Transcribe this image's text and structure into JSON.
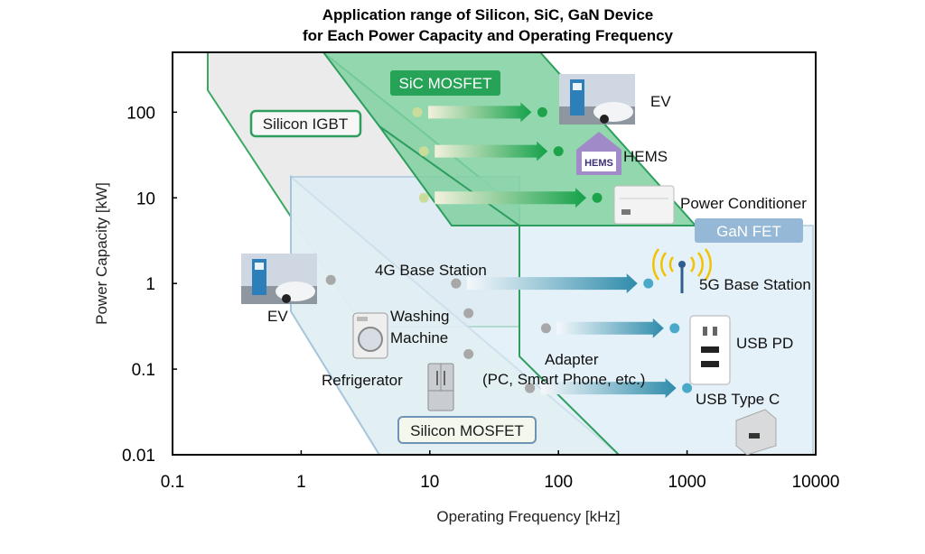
{
  "chart_data": {
    "type": "scatter",
    "title": "Application range of Silicon, SiC, GaN Device",
    "subtitle": "for Each Power Capacity and Operating Frequency",
    "xlabel": "Operating Frequency [kHz]",
    "ylabel": "Power Capacity [kW]",
    "x_scale": "log",
    "y_scale": "log",
    "xlim": [
      0.1,
      10000
    ],
    "ylim": [
      0.01,
      500
    ],
    "x_ticks": [
      "0.1",
      "1",
      "10",
      "100",
      "1000",
      "10000"
    ],
    "y_ticks": [
      "0.01",
      "0.1",
      "1",
      "10",
      "100"
    ],
    "grid": false,
    "regions": [
      {
        "name": "Silicon IGBT",
        "color": "#2e9e5e",
        "fill": "#e9e9e9"
      },
      {
        "name": "SiC MOSFET",
        "color": "#2e9e5e",
        "fill": "#7fd0a0"
      },
      {
        "name": "GaN FET",
        "color": "#7aa7c7",
        "fill": "#d9ecf6"
      },
      {
        "name": "Silicon MOSFET",
        "color": "#6e94b4",
        "fill": "#f1f6ea"
      }
    ],
    "applications": [
      {
        "label": "EV",
        "device": "SiC MOSFET",
        "from": {
          "x": 8,
          "y": 100
        },
        "to": {
          "x": 75,
          "y": 100
        }
      },
      {
        "label": "HEMS",
        "device": "SiC MOSFET",
        "from": {
          "x": 9,
          "y": 35
        },
        "to": {
          "x": 100,
          "y": 35
        }
      },
      {
        "label": "Power Conditioner",
        "device": "SiC MOSFET",
        "from": {
          "x": 9,
          "y": 10
        },
        "to": {
          "x": 200,
          "y": 10
        }
      },
      {
        "label": "5G Base Station",
        "device": "GaN FET",
        "from": {
          "x": 16,
          "y": 1
        },
        "to": {
          "x": 500,
          "y": 1
        }
      },
      {
        "label": "USB PD",
        "device": "GaN FET",
        "from": {
          "x": 80,
          "y": 0.3
        },
        "to": {
          "x": 800,
          "y": 0.3
        }
      },
      {
        "label": "USB Type C",
        "device": "GaN FET",
        "from": {
          "x": 60,
          "y": 0.06
        },
        "to": {
          "x": 1000,
          "y": 0.06
        }
      }
    ],
    "points": [
      {
        "label": "EV",
        "x": 1.7,
        "y": 1.1
      },
      {
        "label": "4G Base Station",
        "x": 16,
        "y": 1
      },
      {
        "label": "Washing Machine",
        "x": 20,
        "y": 0.45
      },
      {
        "label": "Refrigerator",
        "x": 20,
        "y": 0.15
      },
      {
        "label": "Adapter (PC, Smart Phone, etc.)",
        "x": 60,
        "y": 0.06
      }
    ],
    "labels": {
      "ev_top": "EV",
      "hems_badge": "HEMS",
      "hems": "HEMS",
      "power_conditioner": "Power Conditioner",
      "fourg": "4G Base Station",
      "fiveg": "5G Base Station",
      "ev_left": "EV",
      "washing_1": "Washing",
      "washing_2": "Machine",
      "adapter_1": "Adapter",
      "adapter_2": "(PC, Smart Phone, etc.)",
      "usb_pd": "USB PD",
      "refrigerator": "Refrigerator",
      "usb_c": "USB Type C"
    },
    "colors": {
      "sic_point": "#1fa34a",
      "gan_point": "#4aa9c9",
      "si_point": "#a8a8a8",
      "sic_source_point": "#c9dc9a"
    }
  }
}
